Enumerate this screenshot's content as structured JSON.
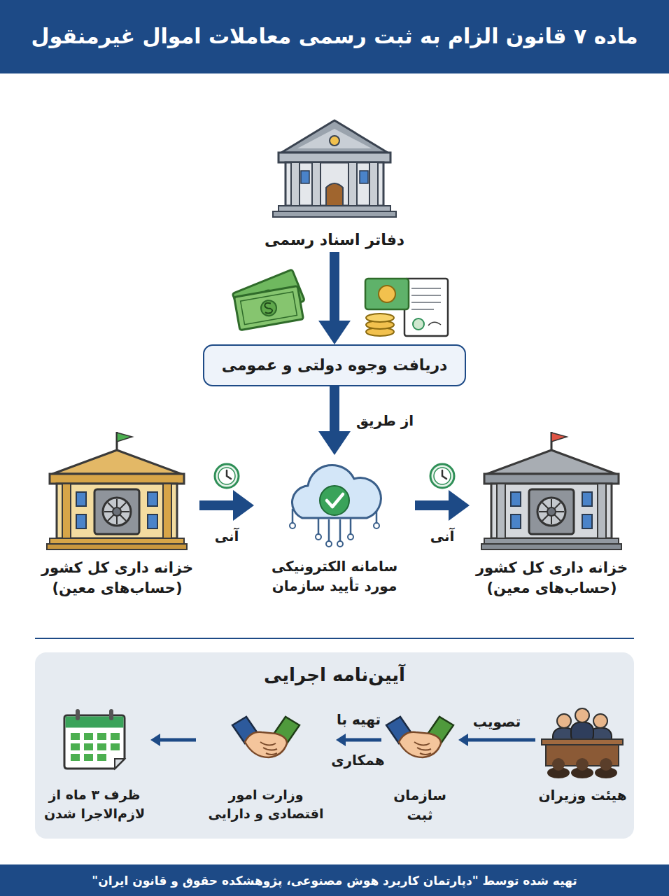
{
  "diagram": {
    "title": "ماده ۷ قانون الزام به ثبت رسمی معاملات اموال غیرمنقول",
    "caption": "تهیه شده توسط \"دپارتمان کاربرد هوش مصنوعی، پژوهشکده حقوق و قانون ایران\"",
    "nodes": [
      {
        "text": [
          "دفاتر اسناد رسمی"
        ]
      },
      {
        "text": [
          "دریافت وجوه دولتی و عمومی"
        ]
      },
      {
        "text": [
          "خزانه داری کل کشور (حساب‌های معین)"
        ]
      },
      {
        "text": [
          "سامانه الکترونیکی مورد تأیید سازمان"
        ]
      },
      {
        "text": [
          "خزانه داری کل کشور (حساب‌های معین)"
        ]
      },
      {
        "text": [
          "آیین‌نامه اجرایی"
        ]
      },
      {
        "text": [
          "هیئت وزیران"
        ],
        "in": 5
      },
      {
        "text": [
          "سازمان ثبت"
        ],
        "in": 5
      },
      {
        "text": [
          "وزارت امور اقتصادی و دارایی"
        ],
        "in": 5
      },
      {
        "text": [
          "ظرف ۳ ماه از لازم‌الاجرا شدن"
        ],
        "in": 5
      }
    ],
    "edges": [
      {
        "from": 0,
        "to": 1,
        "arrow": "to"
      },
      {
        "from": 1,
        "to": 3,
        "label": "از طریق",
        "arrow": "to"
      },
      {
        "from": 4,
        "to": 3,
        "label": "آنی",
        "arrow": "to"
      },
      {
        "from": 3,
        "to": 2,
        "label": "آنی",
        "arrow": "to"
      },
      {
        "from": 6,
        "to": 7,
        "label": "تصویب",
        "arrow": "to"
      },
      {
        "from": 7,
        "to": 8,
        "label": "تهیه با همکاری",
        "arrow": "to"
      },
      {
        "from": 8,
        "to": 9,
        "arrow": "to"
      }
    ]
  }
}
